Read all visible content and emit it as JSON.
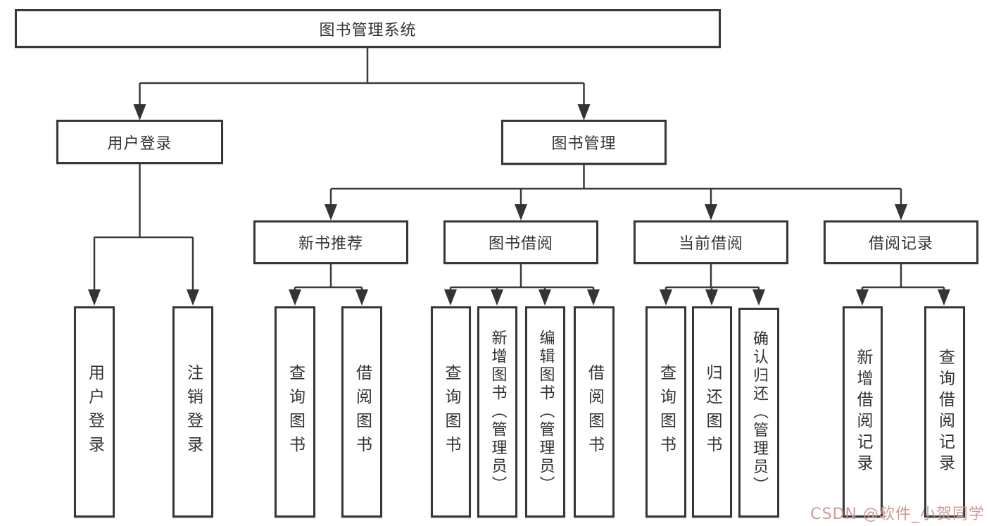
{
  "diagram_title": "图书管理系统",
  "nodes": {
    "root": {
      "label": "图书管理系统"
    },
    "level1": [
      {
        "label": "用户登录"
      },
      {
        "label": "图书管理"
      }
    ],
    "level2": [
      {
        "label": "新书推荐",
        "parent": "图书管理"
      },
      {
        "label": "图书借阅",
        "parent": "图书管理"
      },
      {
        "label": "当前借阅",
        "parent": "图书管理"
      },
      {
        "label": "借阅记录",
        "parent": "图书管理"
      }
    ],
    "leaves": [
      {
        "label": "用户登录",
        "parent": "用户登录"
      },
      {
        "label": "注销登录",
        "parent": "用户登录"
      },
      {
        "label": "查询图书",
        "parent": "新书推荐"
      },
      {
        "label": "借阅图书",
        "parent": "新书推荐"
      },
      {
        "label": "查询图书",
        "parent": "图书借阅"
      },
      {
        "label": "新增图书（管理员）",
        "parent": "图书借阅"
      },
      {
        "label": "编辑图书（管理员）",
        "parent": "图书借阅"
      },
      {
        "label": "借阅图书",
        "parent": "图书借阅"
      },
      {
        "label": "查询图书",
        "parent": "当前借阅"
      },
      {
        "label": "归还图书",
        "parent": "当前借阅"
      },
      {
        "label": "确认归还（管理员）",
        "parent": "当前借阅"
      },
      {
        "label": "新增借阅记录",
        "parent": "借阅记录"
      },
      {
        "label": "查询借阅记录",
        "parent": "借阅记录"
      }
    ]
  },
  "watermark": {
    "text": "CSDN @软件_小贺同学",
    "color": "#c99694"
  },
  "colors": {
    "background": "#ffffff",
    "box_border": "#373737",
    "connector_line": "#3a3a3a",
    "text": "#333333"
  }
}
